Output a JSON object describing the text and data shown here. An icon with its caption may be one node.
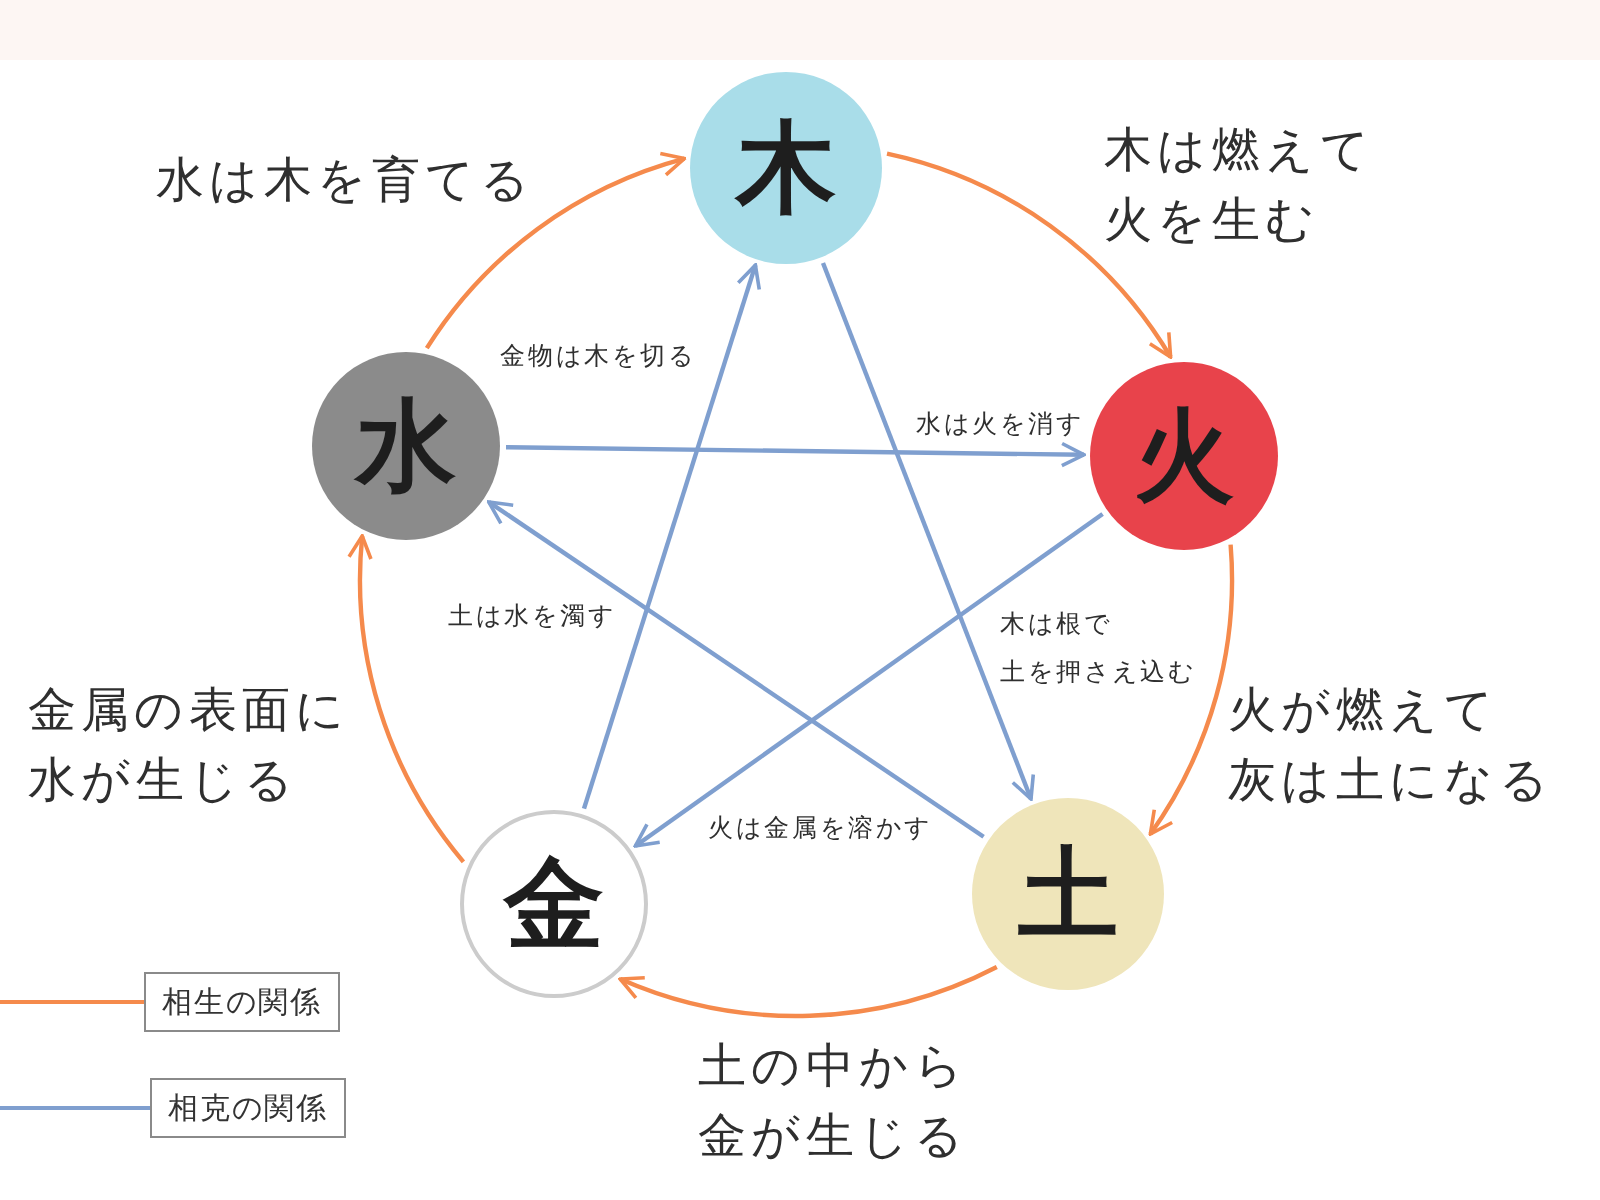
{
  "diagram": {
    "nodes": [
      {
        "text": [
          "木"
        ]
      },
      {
        "text": [
          "水"
        ]
      },
      {
        "text": [
          "火"
        ]
      },
      {
        "text": [
          "金"
        ]
      },
      {
        "text": [
          "土"
        ]
      }
    ],
    "edges": [
      {
        "from": 1,
        "to": 0,
        "arrow": "to",
        "label": "水は木を育てる",
        "color": "#f58a4c"
      },
      {
        "from": 0,
        "to": 2,
        "arrow": "to",
        "label": "木は燃えて火を生む",
        "color": "#f58a4c"
      },
      {
        "from": 3,
        "to": 1,
        "arrow": "to",
        "label": "金属の表面に水が生じる",
        "color": "#f58a4c"
      },
      {
        "from": 2,
        "to": 4,
        "arrow": "to",
        "label": "火が燃えて灰は土になる",
        "color": "#f58a4c"
      },
      {
        "from": 4,
        "to": 3,
        "arrow": "to",
        "label": "土の中から金が生じる",
        "color": "#f58a4c"
      },
      {
        "from": 3,
        "to": 0,
        "arrow": "to",
        "label": "金物は木を切る",
        "color": "#7f9fcf"
      },
      {
        "from": 1,
        "to": 2,
        "arrow": "to",
        "label": "水は火を消す",
        "color": "#7f9fcf"
      },
      {
        "from": 4,
        "to": 1,
        "arrow": "to",
        "label": "土は水を濁す",
        "color": "#7f9fcf"
      },
      {
        "from": 0,
        "to": 4,
        "arrow": "to",
        "label": "木は根で土を押さえ込む",
        "color": "#7f9fcf"
      },
      {
        "from": 2,
        "to": 3,
        "arrow": "to",
        "label": "火は金属を溶かす",
        "color": "#7f9fcf"
      }
    ],
    "legend": [
      {
        "text": "相生の関係"
      },
      {
        "text": "相克の関係"
      }
    ]
  }
}
